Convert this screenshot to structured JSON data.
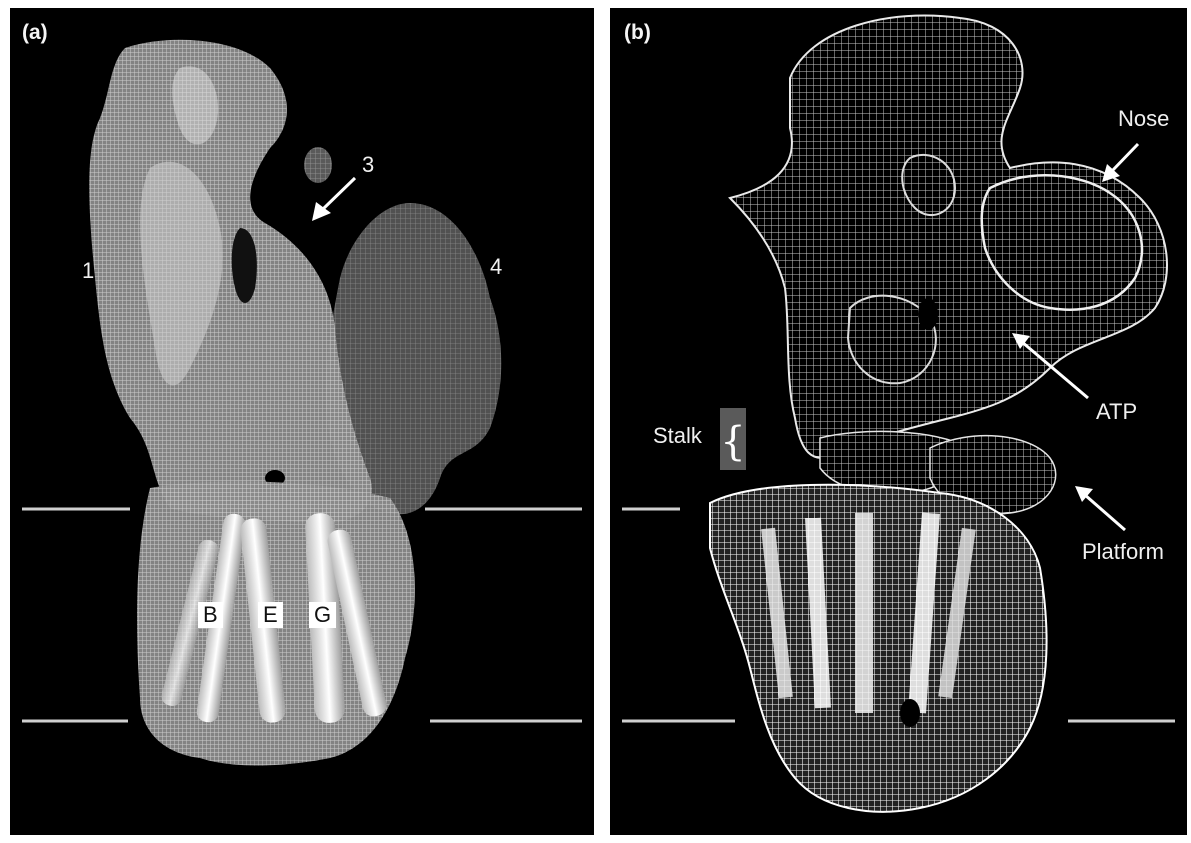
{
  "panel_a": {
    "label": "(a)",
    "annotations": [
      "1",
      "3",
      "4"
    ],
    "helix_labels": [
      "B",
      "E",
      "G"
    ]
  },
  "panel_b": {
    "label": "(b)",
    "annotations": {
      "nose": "Nose",
      "atp": "ATP",
      "stalk": "Stalk",
      "platform": "Platform"
    }
  }
}
